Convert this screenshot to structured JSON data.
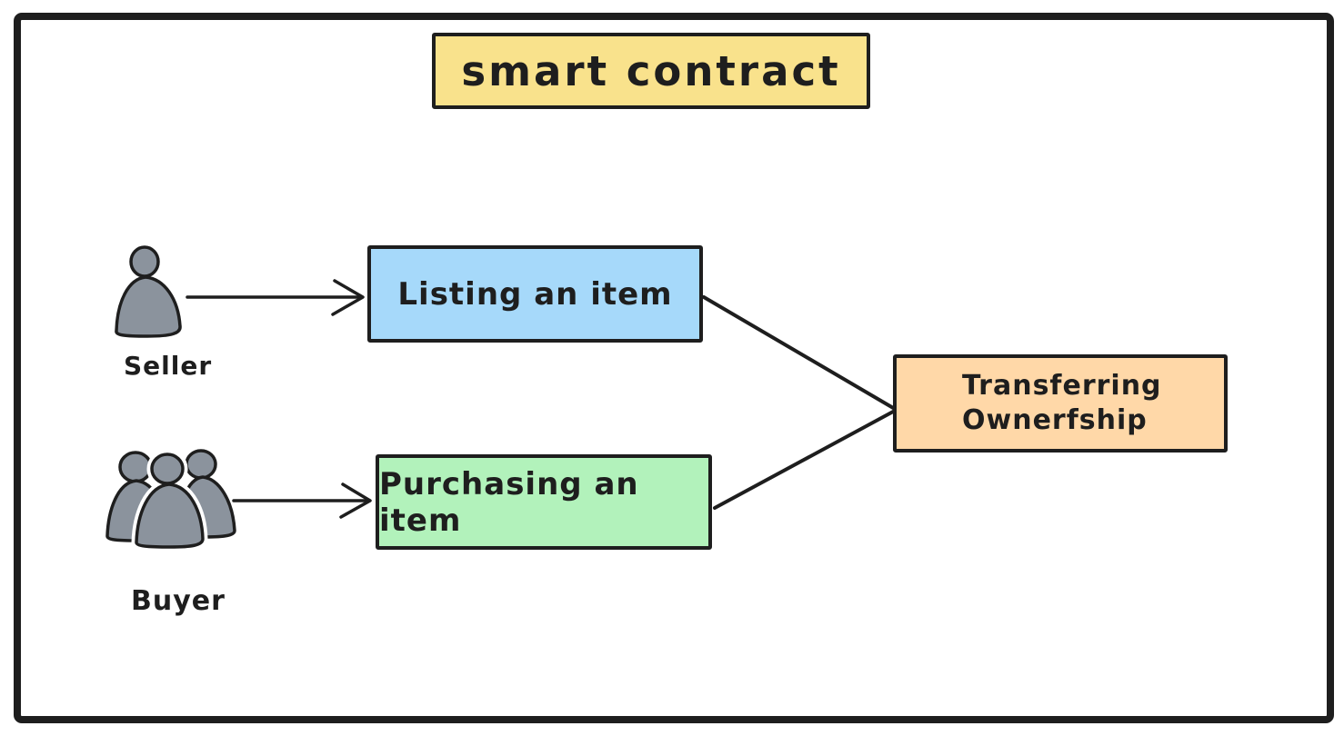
{
  "title": {
    "label": "smart contract",
    "fill": "#F9E28C"
  },
  "nodes": {
    "listing": {
      "label": "Listing an item",
      "fill": "#A6D9FA"
    },
    "purchasing": {
      "label": "Purchasing an item",
      "fill": "#B2F2BB"
    },
    "transferring": {
      "line1": "Transferring",
      "line2": "Ownerfship",
      "fill": "#FFD8A8"
    }
  },
  "actors": {
    "seller": {
      "label": "Seller",
      "icon": "person-icon"
    },
    "buyer": {
      "label": "Buyer",
      "icon": "people-group-icon"
    }
  },
  "edges": [
    {
      "from": "Seller",
      "to": "Listing an item",
      "style": "arrow"
    },
    {
      "from": "Buyer",
      "to": "Purchasing an item",
      "style": "arrow"
    },
    {
      "from": "Listing an item",
      "to": "Transferring Ownerfship",
      "style": "line"
    },
    {
      "from": "Purchasing an item",
      "to": "Transferring Ownerfship",
      "style": "line"
    }
  ],
  "colors": {
    "stroke": "#1E1E1E",
    "actor_fill": "#8B939D",
    "canvas_bg": "#FFFFFF"
  }
}
